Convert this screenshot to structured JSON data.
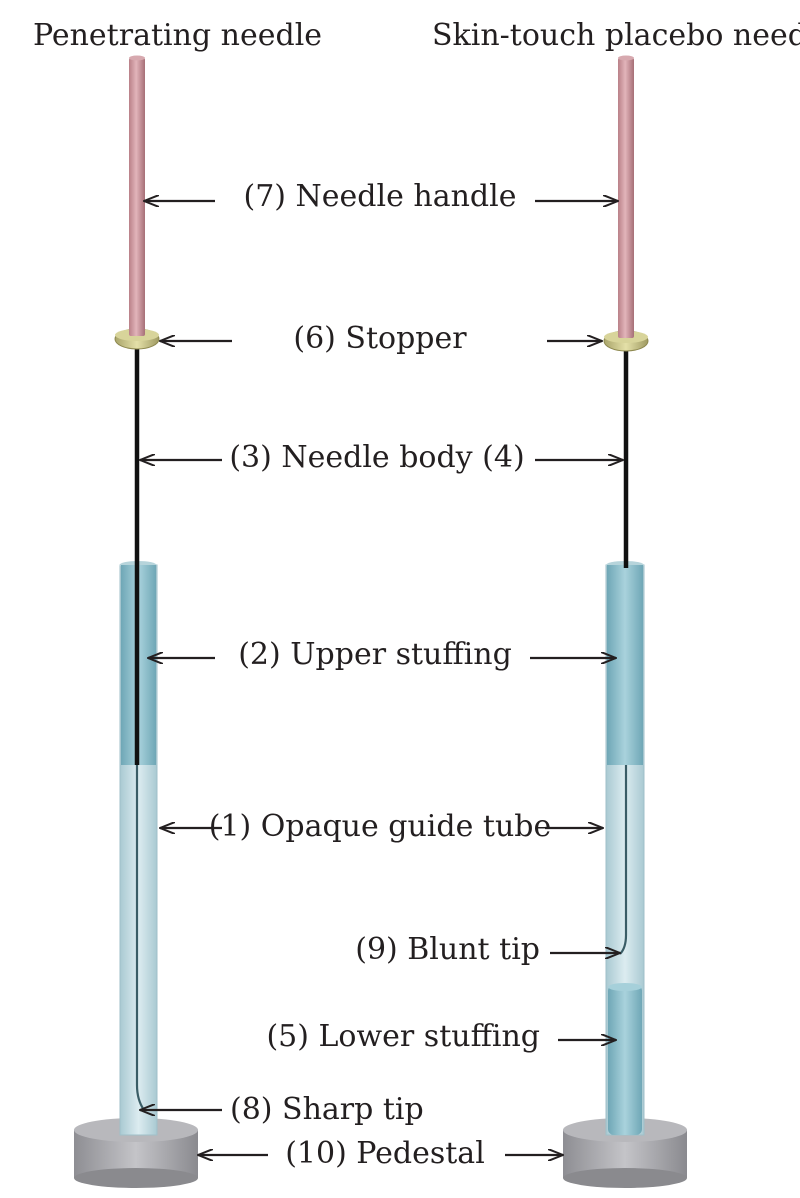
{
  "headers": {
    "left": "Penetrating needle",
    "right": "Skin-touch placebo needle"
  },
  "labels": {
    "needle_handle": "(7) Needle handle",
    "stopper": "(6) Stopper",
    "needle_body": "(3) Needle body (4)",
    "upper_stuffing": "(2) Upper stuffing",
    "guide_tube": "(1) Opaque guide tube",
    "blunt_tip": "(9) Blunt tip",
    "lower_stuffing": "(5) Lower stuffing",
    "sharp_tip": "(8) Sharp tip",
    "pedestal": "(10) Pedestal"
  },
  "colors": {
    "handle": "#c8939b",
    "stopper": "#c9c58a",
    "needle_body": "#111111",
    "tube": "#c5dde3",
    "stuffing": "#8fbfcb",
    "pedestal": "#a9a9ad"
  }
}
